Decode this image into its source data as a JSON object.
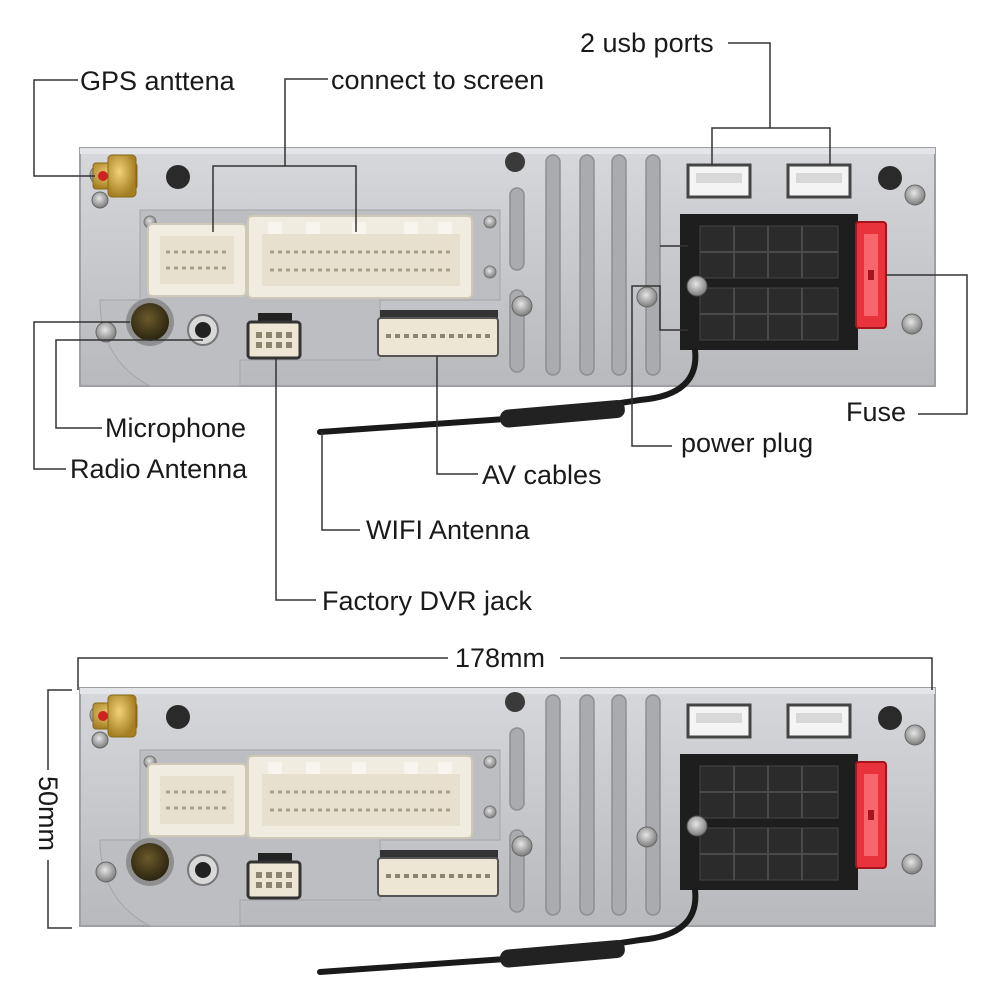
{
  "labels": {
    "usb_ports": "2 usb ports",
    "gps_antenna": "GPS anttena",
    "connect_screen": "connect to screen",
    "microphone": "Microphone",
    "radio_antenna": "Radio Antenna",
    "fuse": "Fuse",
    "power_plug": "power plug",
    "av_cables": "AV cables",
    "wifi_antenna": "WIFI Antenna",
    "dvr_jack": "Factory DVR jack"
  },
  "dimensions": {
    "width": "178mm",
    "height": "50mm"
  },
  "colors": {
    "panel": "#c9cbcf",
    "connector_white": "#f1ece0",
    "connector_black": "#1e1e1e",
    "fuse_red": "#e8323c",
    "gold": "#c9a43a"
  }
}
